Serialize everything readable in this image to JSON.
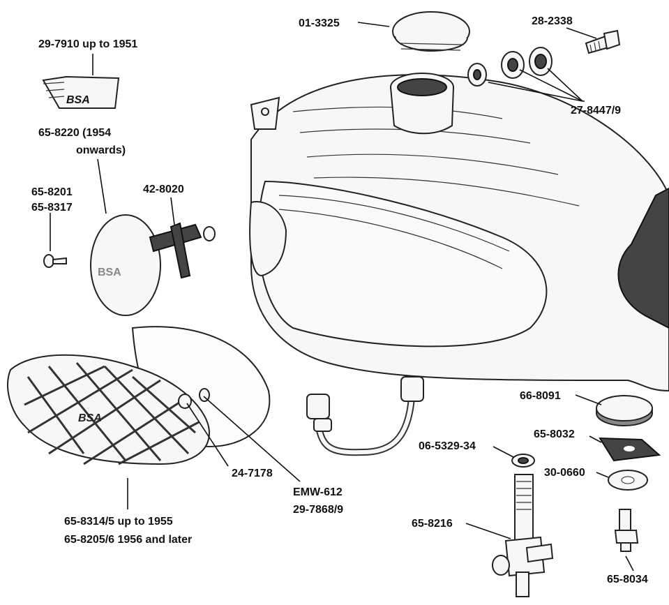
{
  "labels": {
    "cap": "01-3325",
    "bolt": "28-2338",
    "badge_early": "29-7910 up to 1951",
    "washers_top": "27-8447/9",
    "badge_late_1": "65-8220 (1954",
    "badge_late_2": "onwards)",
    "screw_1": "65-8201",
    "screw_2": "65-8317",
    "bracket": "42-8020",
    "washer_66": "66-8091",
    "pad": "65-8032",
    "washer_06": "06-5329-34",
    "washer_30": "30-0660",
    "tap": "65-8216",
    "stud": "65-8034",
    "grommet": "24-7178",
    "pipe_1": "EMW-612",
    "pipe_2": "29-7868/9",
    "panel_1": "65-8314/5 up to 1955",
    "panel_2": "65-8205/6 1956 and later"
  },
  "badge_text": "BSA",
  "colors": {
    "ink": "#111111",
    "paper": "#ffffff"
  }
}
